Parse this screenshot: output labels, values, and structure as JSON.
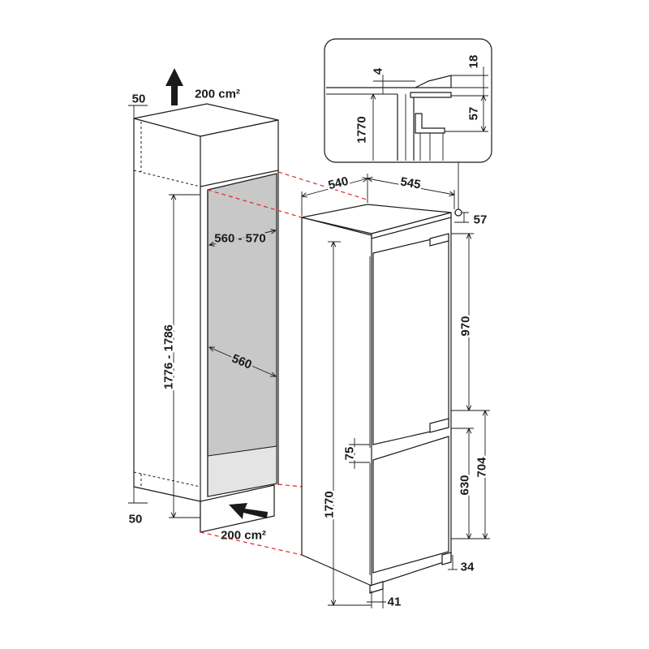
{
  "diagram": {
    "cabinet": {
      "vent_top": "200 cm²",
      "vent_bottom": "200 cm²",
      "gap_top": "50",
      "gap_bottom": "50",
      "niche_width": "560 - 570",
      "niche_depth": "560",
      "niche_height": "1776 - 1786"
    },
    "appliance": {
      "depth_side": "540",
      "width_front": "545",
      "top_offset": "57",
      "upper_door": "970",
      "gap_between_doors": "75",
      "height": "1770",
      "lower_door": "630",
      "lower_section": "704",
      "foot_right": "34",
      "foot_left": "41"
    },
    "detail": {
      "d4": "4",
      "d18": "18",
      "d1770": "1770",
      "d57": "57"
    },
    "colors": {
      "line": "#1a1a1a",
      "niche": "#c8c8c8",
      "guide": "#e0262b"
    }
  }
}
